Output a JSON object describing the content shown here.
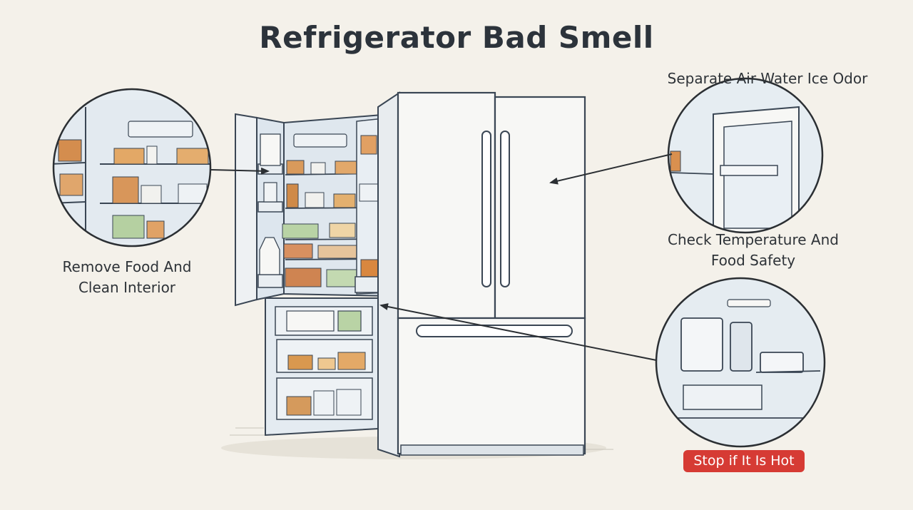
{
  "title": "Refrigerator Bad Smell",
  "callouts": {
    "remove_food": {
      "line1": "Remove Food And",
      "line2": "Clean Interior"
    },
    "separate": "Separate Air Water Ice Odor",
    "check_temp": {
      "line1": "Check Temperature And",
      "line2": "Food Safety"
    },
    "warning": "Stop if It Is Hot"
  },
  "colors": {
    "background": "#f4f1ea",
    "title": "#2c333b",
    "warning": "#d63b34",
    "outline": "#3a4654",
    "metal": "#f7f7f5",
    "interior": "#dfe7ee"
  }
}
